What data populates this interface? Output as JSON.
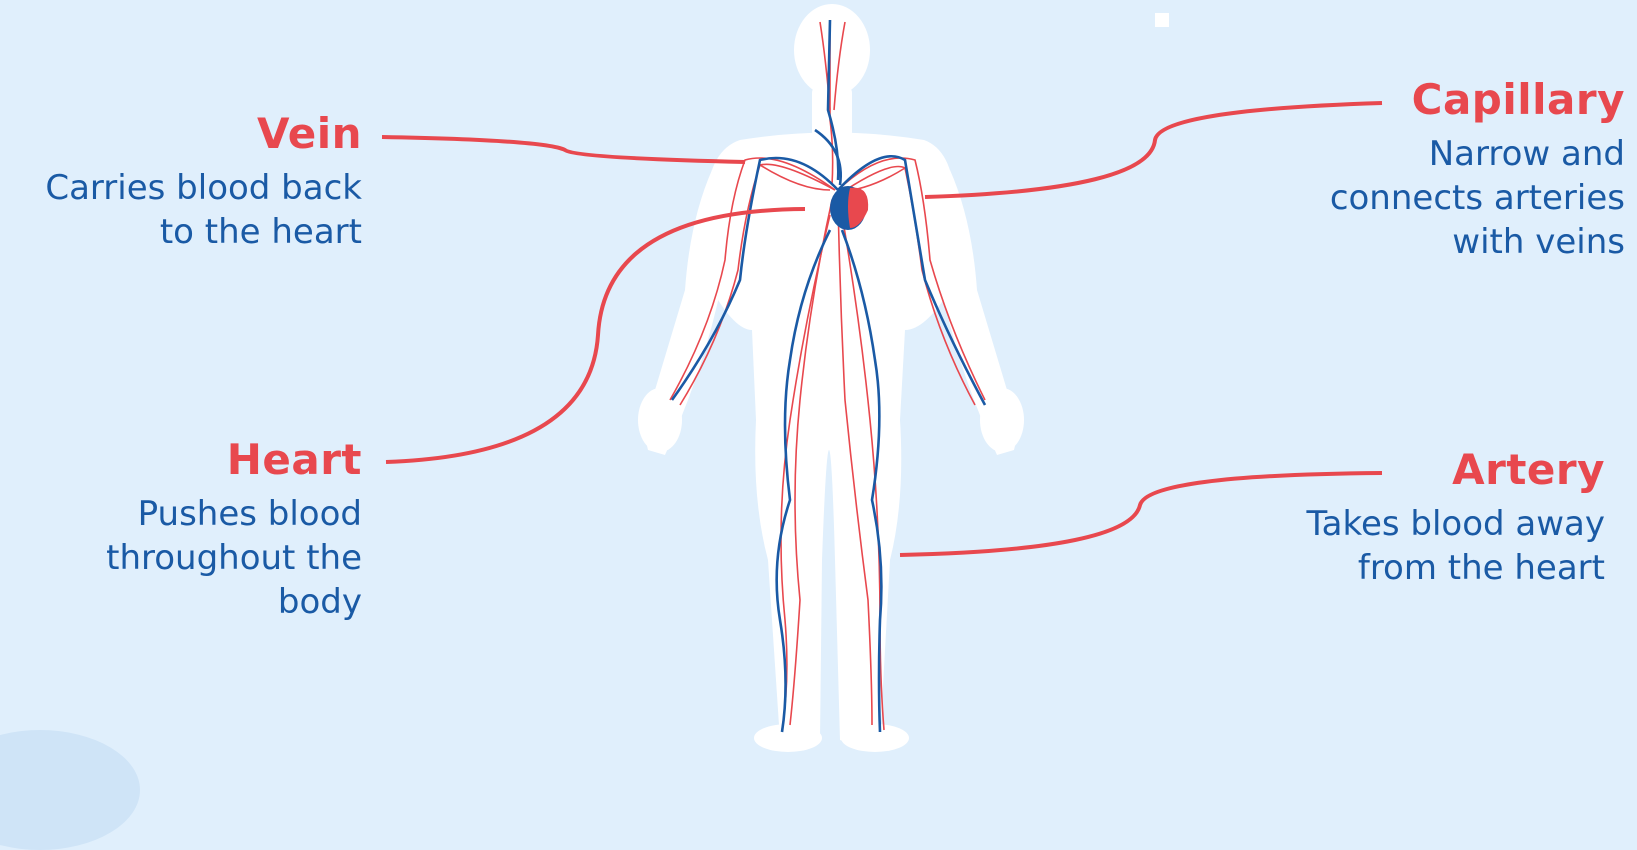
{
  "colors": {
    "background": "#e0effc",
    "body_silhouette": "#ffffff",
    "artery": "#e8484e",
    "vein": "#1a5aa5",
    "label_title": "#e8484e",
    "label_text": "#1a5aa5",
    "leader_line": "#e8484e"
  },
  "labels": {
    "vein": {
      "term": "Vein",
      "description": "Carries blood back\nto the heart"
    },
    "heart": {
      "term": "Heart",
      "description": "Pushes blood\nthroughout the\nbody"
    },
    "capillary": {
      "term": "Capillary",
      "description": "Narrow and\nconnects arteries\nwith veins"
    },
    "artery": {
      "term": "Artery",
      "description": "Takes blood away\nfrom the heart"
    }
  }
}
